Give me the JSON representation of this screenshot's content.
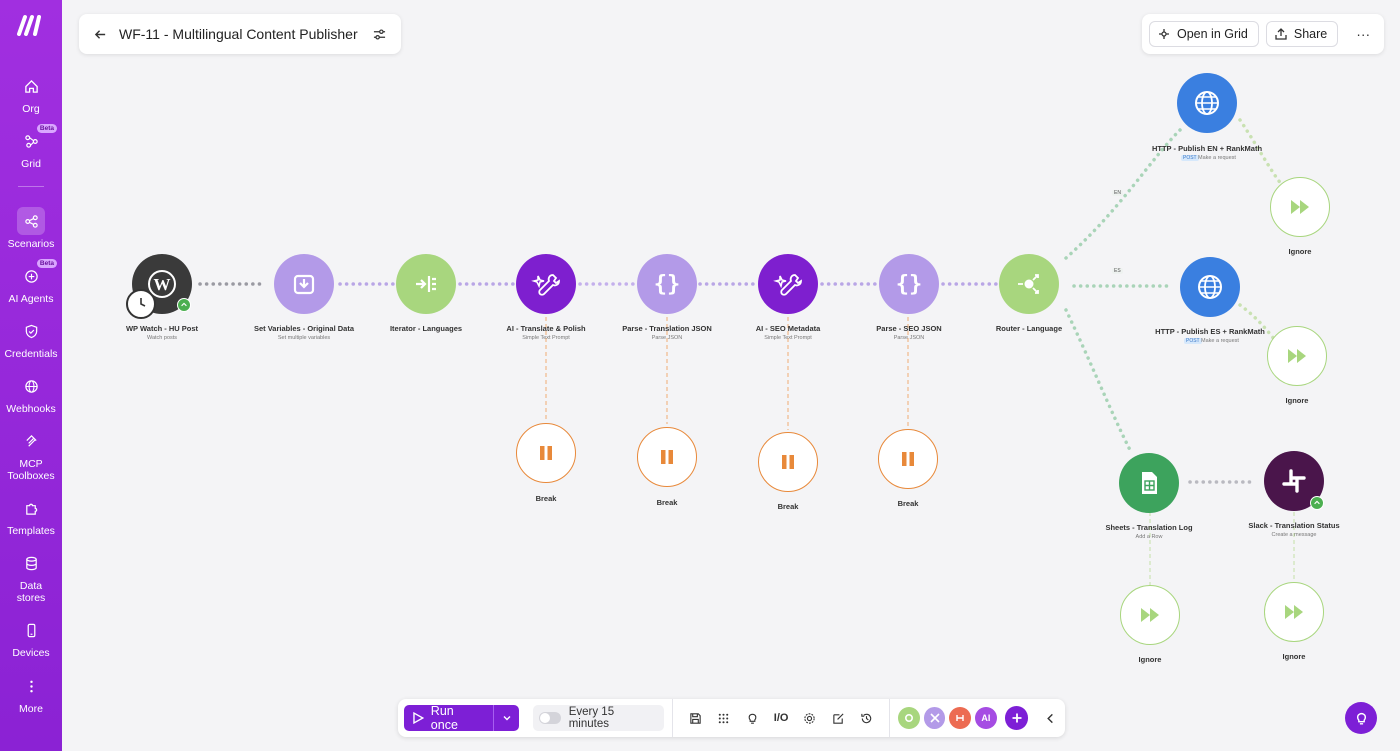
{
  "app": {
    "title": "WF-11 - Multilingual Content Publisher"
  },
  "sidebar": {
    "items": [
      {
        "label": "Org",
        "icon": "home-icon"
      },
      {
        "label": "Grid",
        "icon": "grid-icon",
        "badge": "Beta"
      },
      {
        "label": "Scenarios",
        "icon": "share-icon"
      },
      {
        "label": "AI Agents",
        "icon": "agent-icon",
        "badge": "Beta"
      },
      {
        "label": "Credentials",
        "icon": "shield-icon"
      },
      {
        "label": "Webhooks",
        "icon": "globe-icon"
      },
      {
        "label": "MCP\nToolboxes",
        "icon": "mcp-icon"
      },
      {
        "label": "Templates",
        "icon": "puzzle-icon"
      },
      {
        "label": "Data\nstores",
        "icon": "database-icon"
      },
      {
        "label": "Devices",
        "icon": "phone-icon"
      },
      {
        "label": "More",
        "icon": "more-icon"
      }
    ]
  },
  "header": {
    "open_in_grid": "Open in Grid",
    "share": "Share"
  },
  "modules": [
    {
      "label": "WP Watch - HU Post",
      "sub": "Watch posts"
    },
    {
      "label": "Set Variables - Original Data",
      "sub": "Set multiple variables"
    },
    {
      "label": "Iterator - Languages",
      "sub": ""
    },
    {
      "label": "AI - Translate & Polish",
      "sub": "Simple Text Prompt"
    },
    {
      "label": "Parse - Translation JSON",
      "sub": "Parse JSON"
    },
    {
      "label": "AI - SEO Metadata",
      "sub": "Simple Text Prompt"
    },
    {
      "label": "Parse - SEO JSON",
      "sub": "Parse JSON"
    },
    {
      "label": "Router - Language",
      "sub": ""
    },
    {
      "label": "HTTP - Publish EN + RankMath",
      "sub": "Make a request",
      "tag": "POST"
    },
    {
      "label": "HTTP - Publish ES + RankMath",
      "sub": "Make a request",
      "tag": "POST"
    },
    {
      "label": "Sheets - Translation Log",
      "sub": "Add a Row"
    },
    {
      "label": "Slack - Translation Status",
      "sub": "Create a message"
    },
    {
      "label": "Break",
      "sub": ""
    },
    {
      "label": "Break",
      "sub": ""
    },
    {
      "label": "Break",
      "sub": ""
    },
    {
      "label": "Break",
      "sub": ""
    },
    {
      "label": "Ignore",
      "sub": ""
    },
    {
      "label": "Ignore",
      "sub": ""
    },
    {
      "label": "Ignore",
      "sub": ""
    },
    {
      "label": "Ignore",
      "sub": ""
    }
  ],
  "filters": {
    "en": "EN",
    "es": "ES"
  },
  "toolbar": {
    "run_once": "Run once",
    "schedule": "Every 15 minutes",
    "io": "I/O",
    "ai": "AI"
  },
  "colors": {
    "brand": "#8b22d4",
    "wordpress": "#3a3a3a",
    "tools": "#b39ae8",
    "flow": "#a8d67e",
    "ai": "#7e1fcf",
    "http": "#3a7fe0",
    "sheets": "#3da35d",
    "slack": "#4a154b",
    "break": "#e8893a"
  }
}
